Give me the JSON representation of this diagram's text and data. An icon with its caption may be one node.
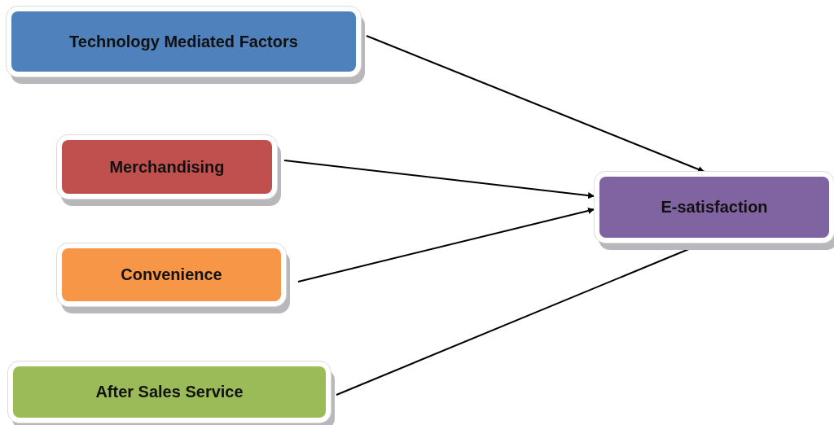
{
  "diagram": {
    "nodes": [
      {
        "text": [
          "Technology Mediated Factors"
        ]
      },
      {
        "text": [
          "Merchandising"
        ]
      },
      {
        "text": [
          "Convenience"
        ]
      },
      {
        "text": [
          "After Sales Service"
        ]
      },
      {
        "text": [
          "E-satisfaction"
        ]
      }
    ],
    "edges": [
      {
        "from": 0,
        "to": 4,
        "arrow": "to"
      },
      {
        "from": 1,
        "to": 4,
        "arrow": "to"
      },
      {
        "from": 2,
        "to": 4,
        "arrow": "to"
      },
      {
        "from": 3,
        "to": 4,
        "arrow": "to"
      }
    ]
  }
}
